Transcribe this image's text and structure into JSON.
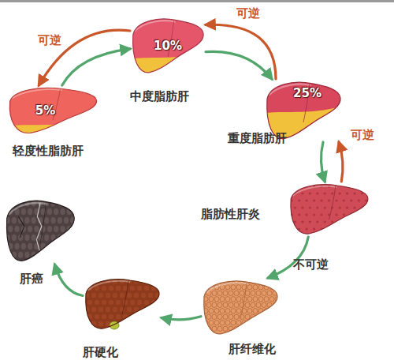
{
  "diagram": {
    "nodes": [
      {
        "text": [
          "5%",
          "轻度性脂肪肝"
        ]
      },
      {
        "text": [
          "10%",
          "中度脂肪肝"
        ]
      },
      {
        "text": [
          "25%",
          "重度脂肪肝"
        ]
      },
      {
        "text": [
          "脂肪性肝炎"
        ]
      },
      {
        "text": [
          "肝纤维化"
        ]
      },
      {
        "text": [
          "肝硬化"
        ]
      },
      {
        "text": [
          "肝癌"
        ]
      }
    ],
    "edges": [
      {
        "from": 0,
        "to": 1,
        "arrow": "to"
      },
      {
        "from": 1,
        "to": 2,
        "arrow": "to"
      },
      {
        "from": 2,
        "to": 3,
        "arrow": "to"
      },
      {
        "from": 3,
        "to": 4,
        "arrow": "to",
        "label": "不可逆"
      },
      {
        "from": 4,
        "to": 5,
        "arrow": "to"
      },
      {
        "from": 5,
        "to": 6,
        "arrow": "to"
      },
      {
        "from": 1,
        "to": 0,
        "arrow": "to",
        "label": "可逆"
      },
      {
        "from": 2,
        "to": 1,
        "arrow": "to",
        "label": "可逆"
      },
      {
        "from": 3,
        "to": 2,
        "arrow": "to",
        "label": "可逆"
      }
    ]
  }
}
